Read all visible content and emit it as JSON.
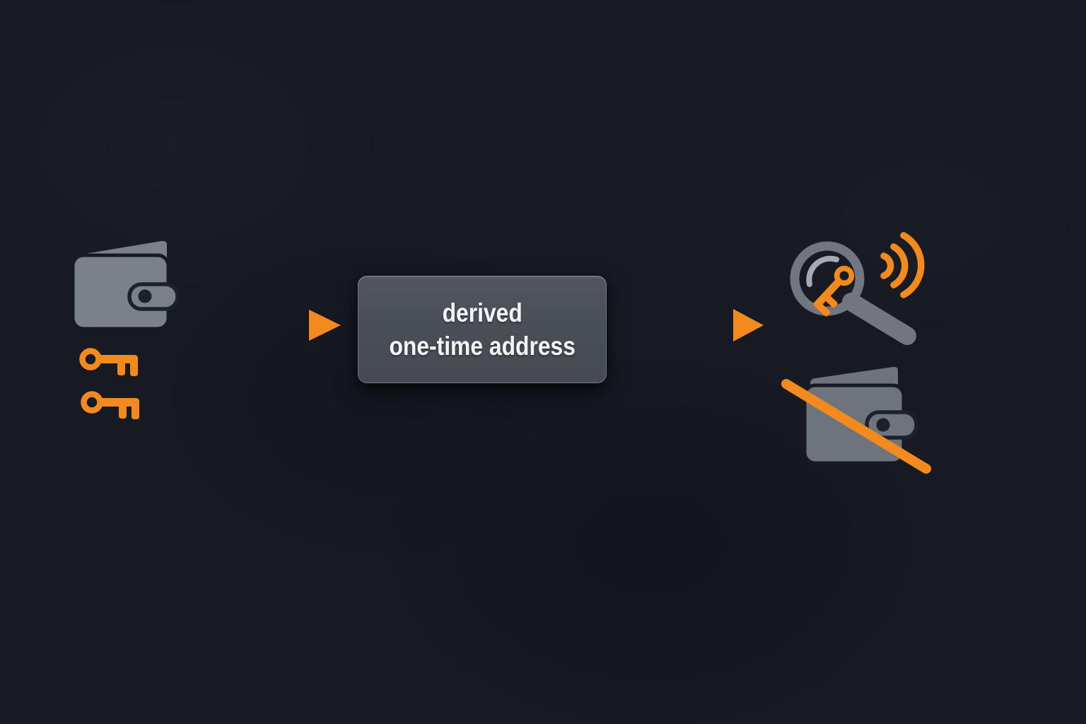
{
  "canvas": {
    "background": "#171a23"
  },
  "palette": {
    "orange": "#f28a1d",
    "wallet_gray": "#7b818b",
    "crossed_wallet_gray": "#6e747e",
    "magnifier_gray": "#72777f",
    "lens_highlight": "#a6abb3",
    "box_fill": "#4a4e57",
    "box_text": "#f4f5f7",
    "dark_detail": "#1d212a"
  },
  "left_group": {
    "wallet_icon": "wallet-icon",
    "key_icons": [
      "key-icon",
      "key-icon"
    ]
  },
  "arrows": {
    "dashed": "dashed-arrow",
    "solid": "solid-arrow"
  },
  "address_box": {
    "line1": "derived",
    "line2": "one-time address"
  },
  "right_group": {
    "magnifier_icon": "magnifier-key-signal-icon",
    "crossed_wallet_icon": "crossed-wallet-icon"
  }
}
